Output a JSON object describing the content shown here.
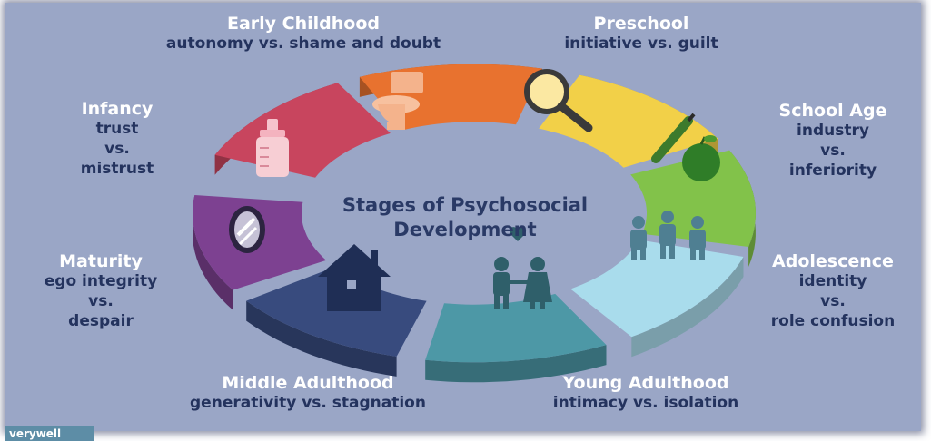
{
  "title": "Stages of Psychosocial Development",
  "colors": {
    "background": "#9aa6c6",
    "label_text": "#24335e",
    "infancy": "#c8455e",
    "early_childhood": "#e8722f",
    "preschool": "#f2d048",
    "school_age": "#82c24a",
    "adolescence": "#a9dcec",
    "young_adulthood": "#4d98a6",
    "middle_adulthood": "#384b7e",
    "maturity": "#7d4191"
  },
  "stages": [
    {
      "id": "infancy",
      "name": "Infancy",
      "line1": "trust",
      "line2": "vs.",
      "line3": "mistrust",
      "icon": "baby-bottle-icon"
    },
    {
      "id": "early_childhood",
      "name": "Early Childhood",
      "line1": "autonomy vs. shame and doubt",
      "icon": "toilet-icon"
    },
    {
      "id": "preschool",
      "name": "Preschool",
      "line1": "initiative vs. guilt",
      "icon": "magnifying-glass-icon"
    },
    {
      "id": "school_age",
      "name": "School Age",
      "line1": "industry",
      "line2": "vs.",
      "line3": "inferiority",
      "icon": "pencil-apple-icon"
    },
    {
      "id": "adolescence",
      "name": "Adolescence",
      "line1": "identity",
      "line2": "vs.",
      "line3": "role confusion",
      "icon": "teen-group-icon"
    },
    {
      "id": "young_adulthood",
      "name": "Young Adulthood",
      "line1": "intimacy vs. isolation",
      "icon": "couple-heart-icon"
    },
    {
      "id": "middle_adulthood",
      "name": "Middle Adulthood",
      "line1": "generativity vs. stagnation",
      "icon": "house-icon"
    },
    {
      "id": "maturity",
      "name": "Maturity",
      "line1": "ego integrity",
      "line2": "vs.",
      "line3": "despair",
      "icon": "mirror-icon"
    }
  ],
  "logo": "verywell"
}
